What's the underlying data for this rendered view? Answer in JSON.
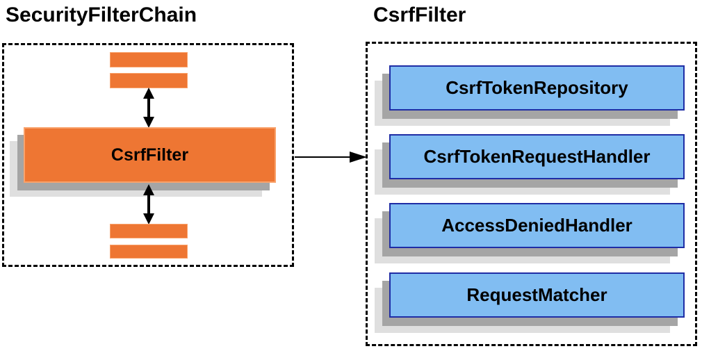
{
  "titles": {
    "left": "SecurityFilterChain",
    "right": "CsrfFilter"
  },
  "left_panel": {
    "filter_box_label": "CsrfFilter"
  },
  "right_panel": {
    "boxes": [
      {
        "label": "CsrfTokenRepository"
      },
      {
        "label": "CsrfTokenRequestHandler"
      },
      {
        "label": "AccessDeniedHandler"
      },
      {
        "label": "RequestMatcher"
      }
    ]
  },
  "icons": {
    "vertical_connector": "double-headed-arrow",
    "horizontal_connector": "right-arrow"
  },
  "colors": {
    "orange_fill": "#EE7633",
    "orange_border": "#F9A26B",
    "blue_fill": "#81BDF2",
    "blue_border": "#1F2DA5",
    "shadow_dark": "#A5A5A5",
    "shadow_light": "#DFDFDF",
    "line": "#000000",
    "text": "#000000",
    "background": "#FFFFFF"
  }
}
